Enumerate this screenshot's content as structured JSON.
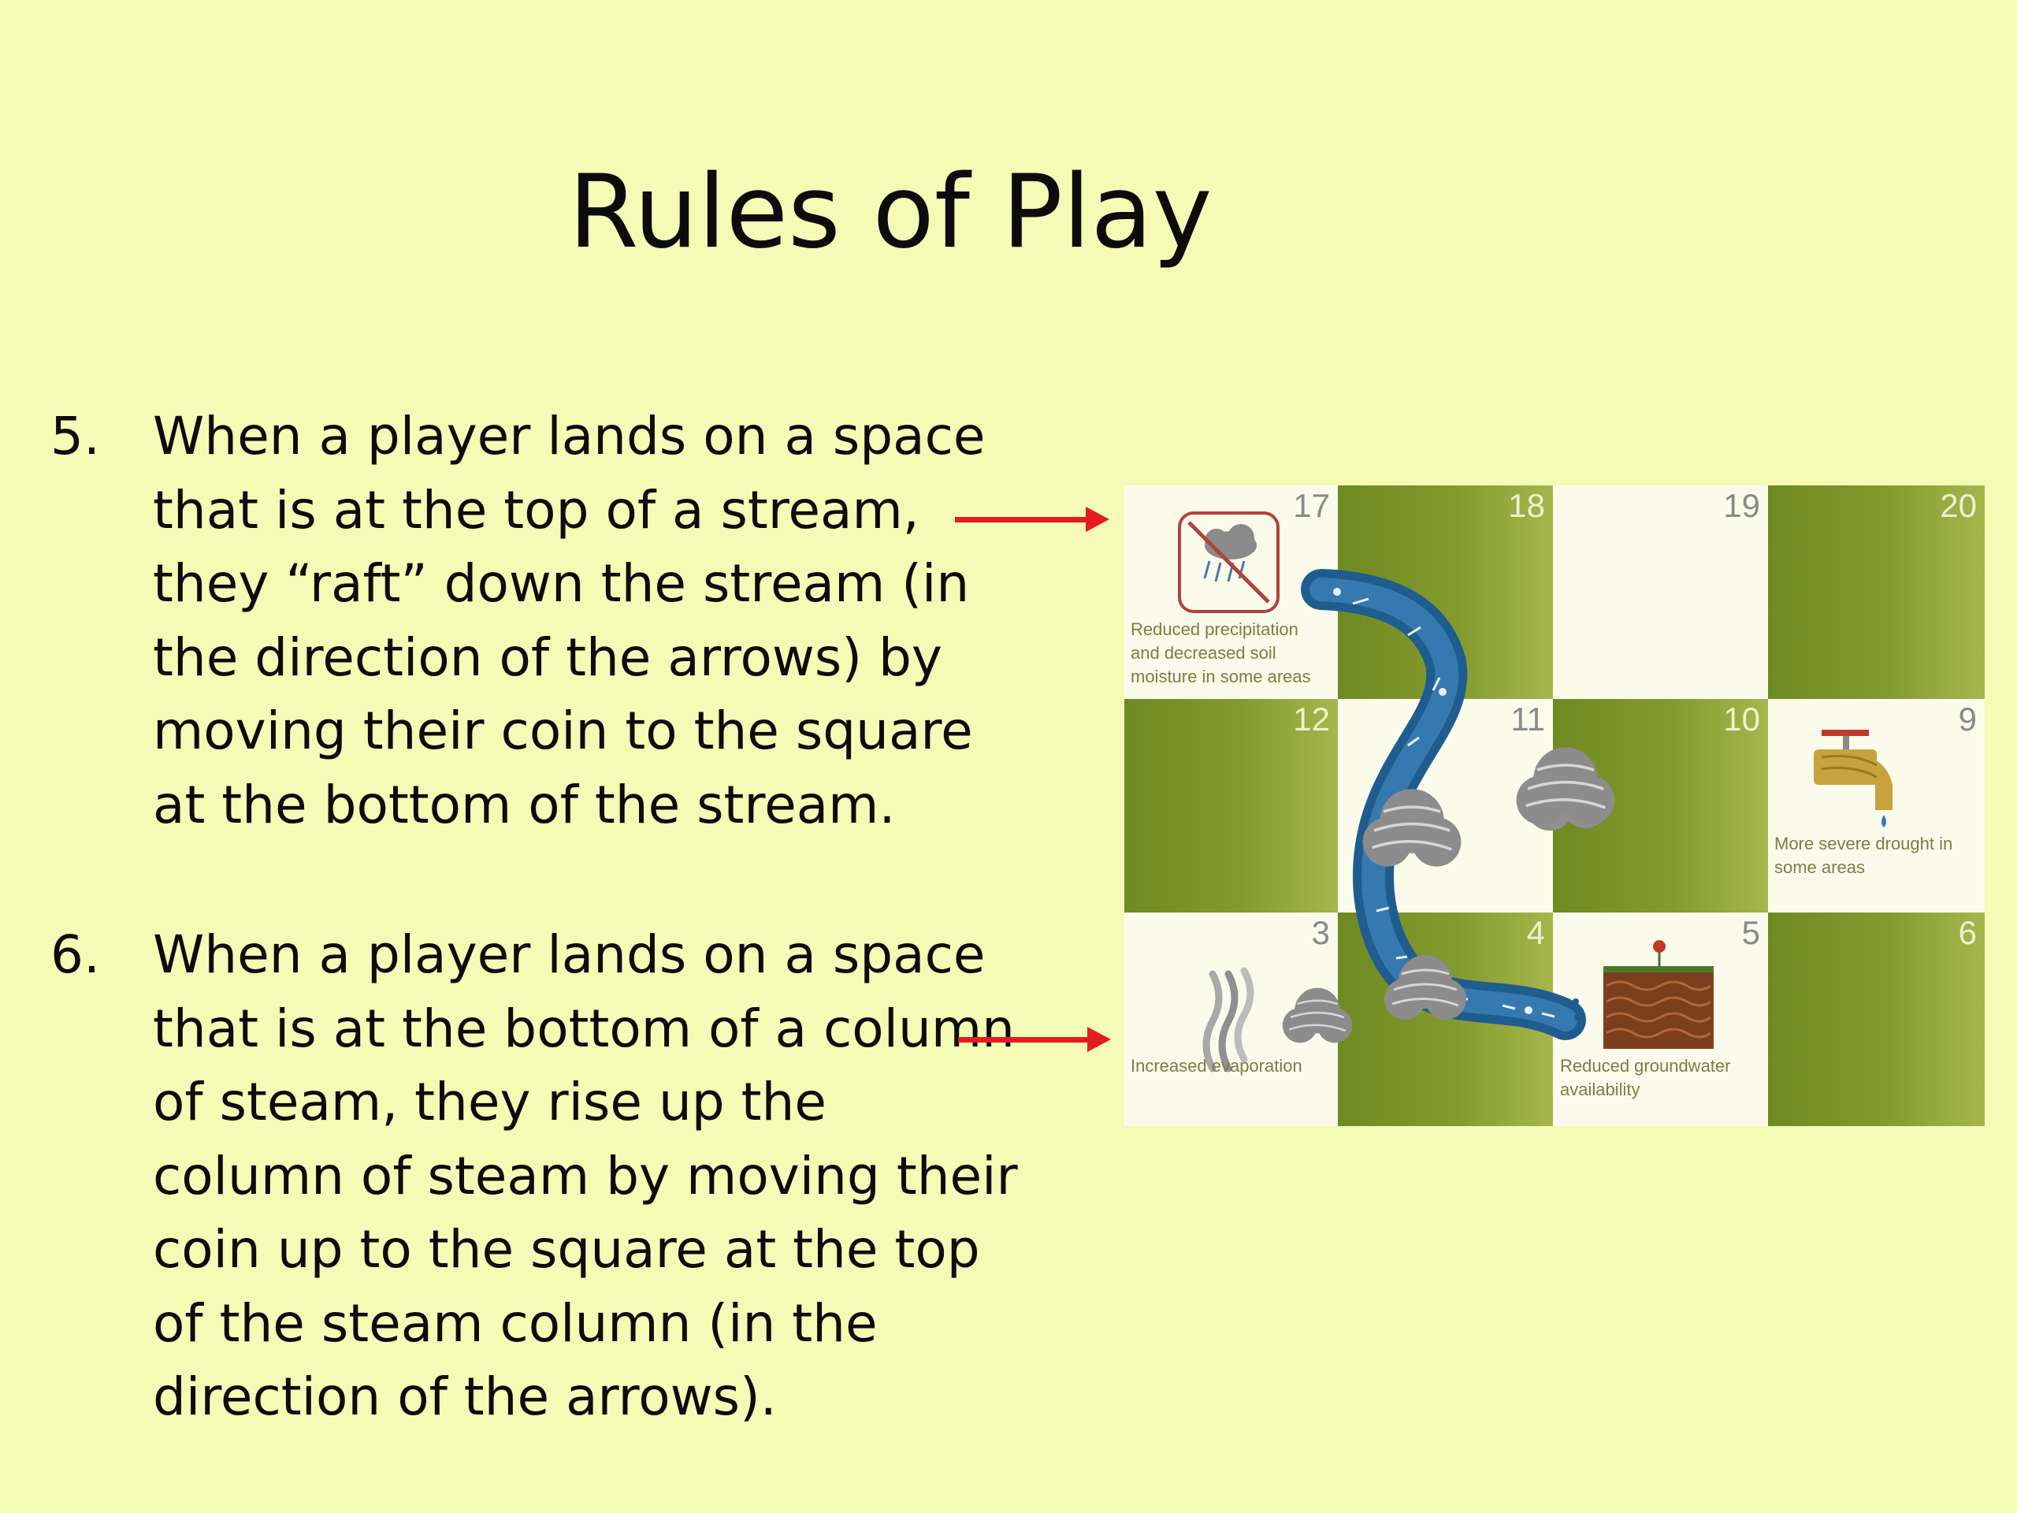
{
  "slide": {
    "title": "Rules of Play",
    "rules": [
      {
        "number": "5.",
        "lines": [
          "When a player lands on a space",
          "that is at the top of a stream,",
          "they “raft” down the stream (in",
          "the direction of the arrows) by",
          "moving their coin to the square",
          "at the bottom of the stream."
        ]
      },
      {
        "number": "6.",
        "lines": [
          "When a player lands on a space",
          "that is at the bottom of a column",
          "of steam, they rise up the",
          "column of steam by moving their",
          "coin up to the square at the top",
          "of the steam column (in the",
          "direction of the arrows)."
        ]
      }
    ]
  },
  "board": {
    "squares": [
      {
        "num": "17",
        "tone": "light"
      },
      {
        "num": "18",
        "tone": "dark"
      },
      {
        "num": "19",
        "tone": "light"
      },
      {
        "num": "20",
        "tone": "dark"
      },
      {
        "num": "12",
        "tone": "dark"
      },
      {
        "num": "11",
        "tone": "light"
      },
      {
        "num": "10",
        "tone": "dark"
      },
      {
        "num": "9",
        "tone": "light"
      },
      {
        "num": "3",
        "tone": "light"
      },
      {
        "num": "4",
        "tone": "dark"
      },
      {
        "num": "5",
        "tone": "light"
      },
      {
        "num": "6",
        "tone": "dark"
      }
    ],
    "captions": {
      "sq17": [
        "Reduced precipitation",
        "and decreased soil",
        "moisture in some areas"
      ],
      "sq9": [
        "More severe drought in",
        "some areas"
      ],
      "sq3": [
        "Increased evaporation"
      ],
      "sq5": [
        "Reduced groundwater",
        "availability"
      ]
    },
    "icons": [
      "no-rain-icon",
      "faucet-icon",
      "steam-icon",
      "dry-soil-icon",
      "stream-icon",
      "steam-cloud-icon"
    ],
    "colors": {
      "background": "#f3fbb4",
      "light_square": "#fbfbec",
      "dark_square": "#7a9328",
      "stream": "#1f5d8f",
      "pointer_arrow": "#e31d1d"
    }
  }
}
